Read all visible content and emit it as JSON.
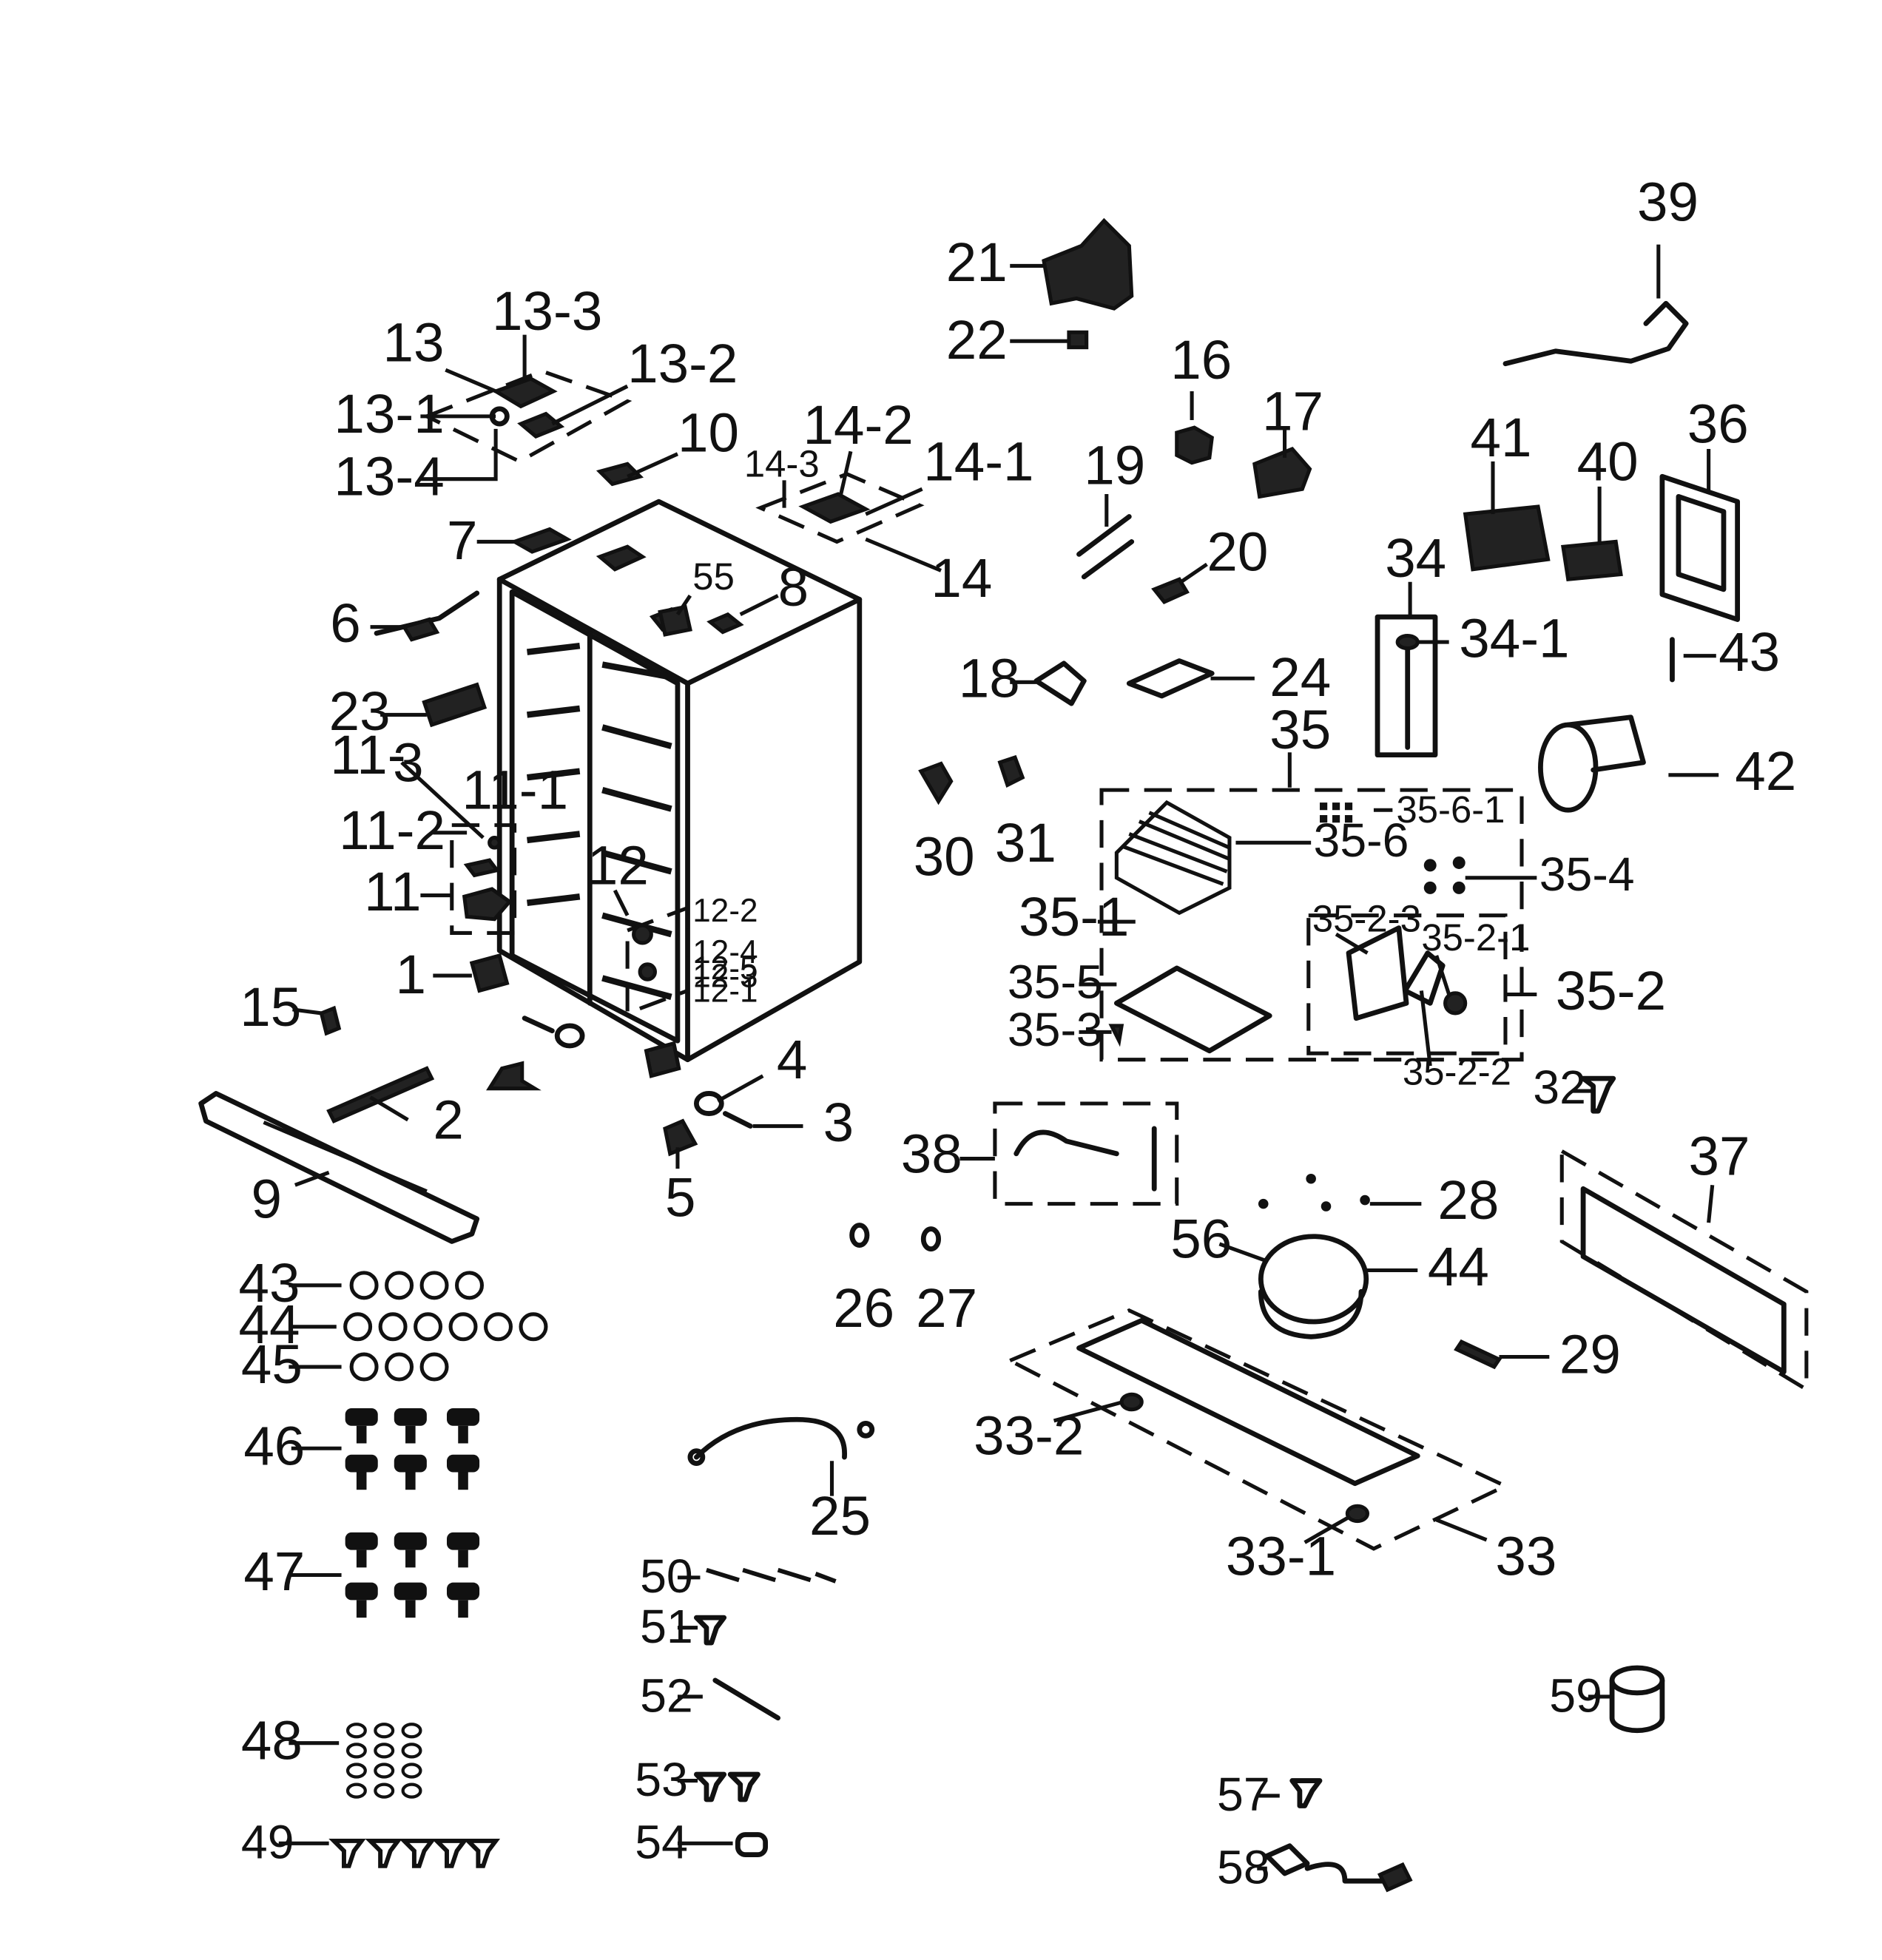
{
  "diagram": {
    "labels": {
      "l1": "1",
      "l2": "2",
      "l3": "3",
      "l4": "4",
      "l5": "5",
      "l6": "6",
      "l7": "7",
      "l8": "8",
      "l9": "9",
      "l10": "10",
      "l11": "11",
      "l11_1": "11-1",
      "l11_2": "11-2",
      "l11_3a": "11-",
      "l11_3b": "3",
      "l12": "12",
      "l12_1": "12-1",
      "l12_2": "12-2",
      "l12_3": "12-3",
      "l12_4": "12-4",
      "l12_5": "12-5",
      "l13": "13",
      "l13_1": "13-1",
      "l13_2": "13-2",
      "l13_3": "13-3",
      "l13_4": "13-4",
      "l14": "14",
      "l14_1": "14-1",
      "l14_2": "14-2",
      "l14_3": "14-3",
      "l15": "15",
      "l16": "16",
      "l17": "17",
      "l18": "18",
      "l19": "19",
      "l20": "20",
      "l21": "21",
      "l22": "22",
      "l23": "23",
      "l24": "24",
      "l25": "25",
      "l26": "26",
      "l27": "27",
      "l28": "28",
      "l29": "29",
      "l30": "30",
      "l31": "31",
      "l32": "32",
      "l33": "33",
      "l33_1": "33-1",
      "l33_2": "33-2",
      "l34": "34",
      "l34_1": "34-1",
      "l35": "35",
      "l35_1": "35-1",
      "l35_2": "35-2",
      "l35_2_1": "35-2-1",
      "l35_2_2": "35-2-2",
      "l35_2_3": "35-2-3",
      "l35_3": "35-3",
      "l35_4": "35-4",
      "l35_5": "35-5",
      "l35_6": "35-6",
      "l35_6_1": "35-6-1",
      "l36": "36",
      "l37": "37",
      "l38": "38",
      "l39": "39",
      "l40": "40",
      "l41": "41",
      "l42": "42",
      "l43a": "43",
      "l43b": "43",
      "l44a": "44",
      "l44b": "44",
      "l45": "45",
      "l46": "46",
      "l47": "47",
      "l48": "48",
      "l49": "49",
      "l50": "50",
      "l51": "51",
      "l52": "52",
      "l53": "53",
      "l54": "54",
      "l55": "55",
      "l56": "56",
      "l57": "57",
      "l58": "58",
      "l59": "59"
    }
  }
}
